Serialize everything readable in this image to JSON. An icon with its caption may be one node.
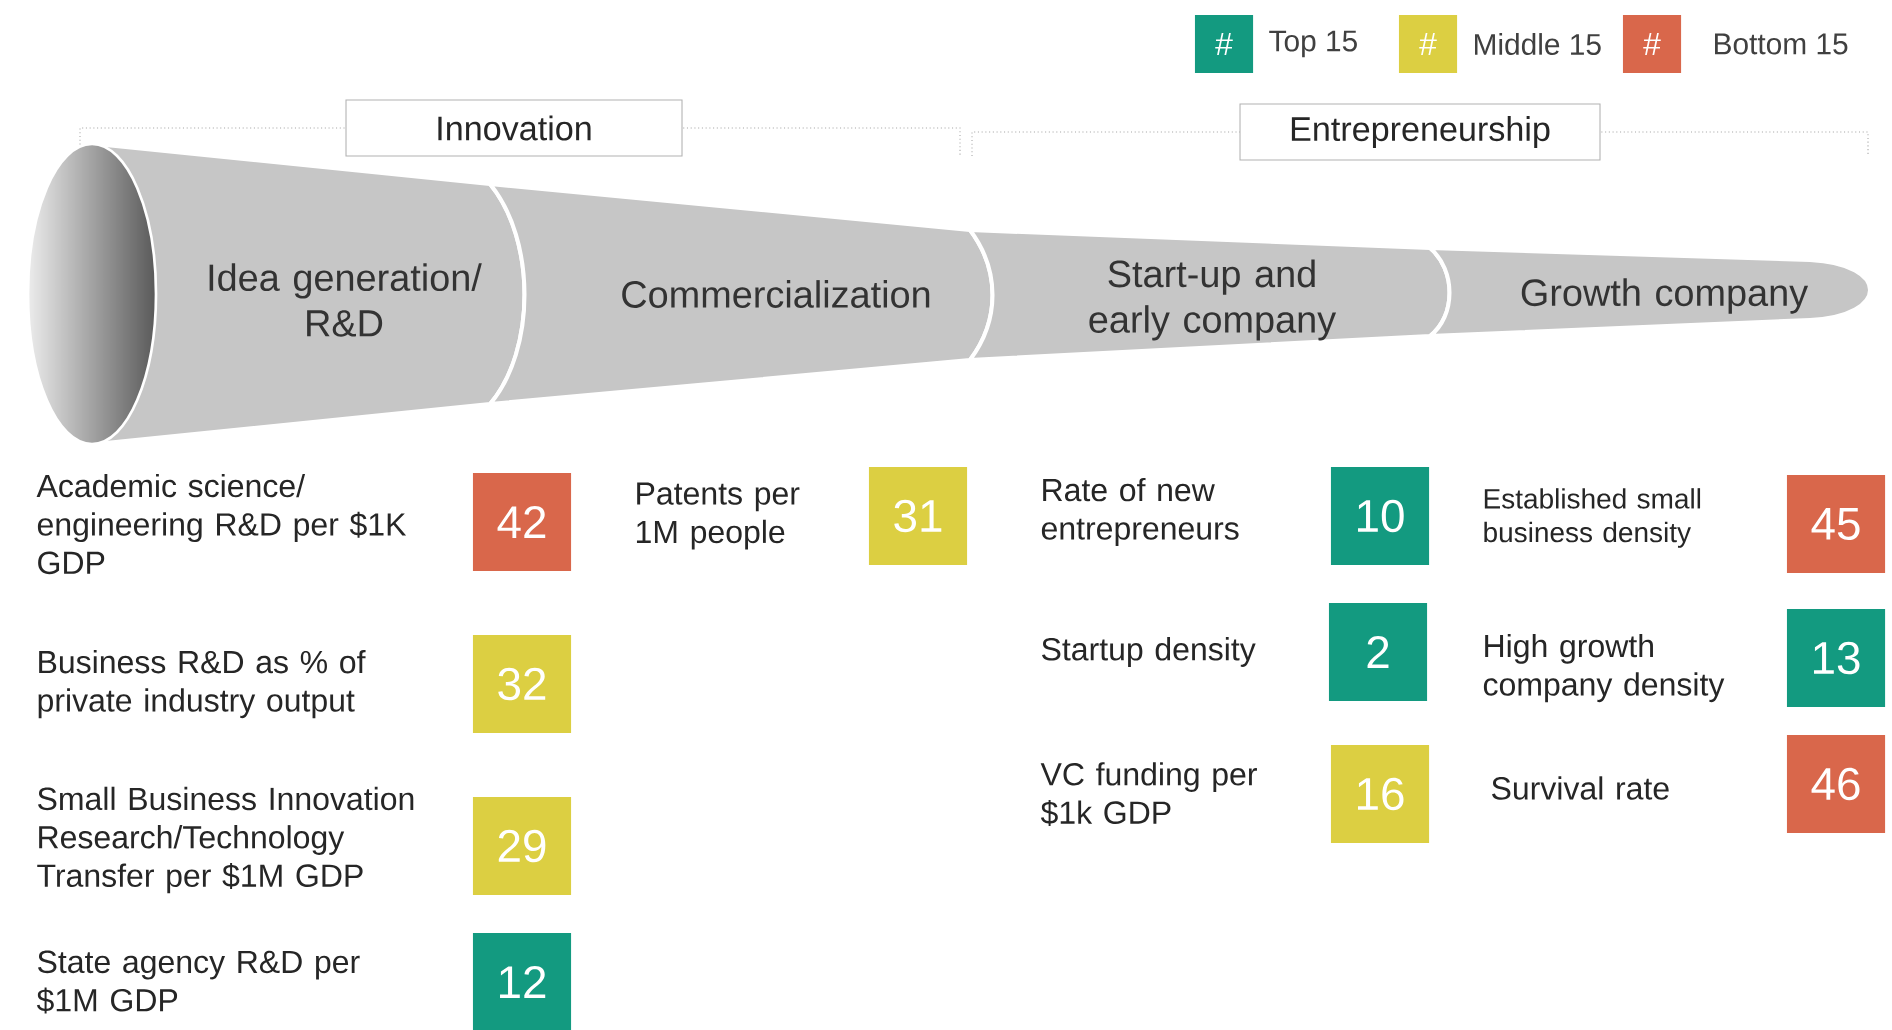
{
  "diagram": {
    "nodes": [
      {
        "text": [
          "Innovation"
        ]
      },
      {
        "text": [
          "Entrepreneurship"
        ]
      },
      {
        "text": [
          "Idea generation/ R&D"
        ]
      },
      {
        "text": [
          "Commercialization"
        ]
      },
      {
        "text": [
          "Start-up and early company"
        ]
      },
      {
        "text": [
          "Growth company"
        ]
      },
      {
        "text": [
          "42"
        ]
      },
      {
        "text": [
          "32"
        ]
      },
      {
        "text": [
          "29"
        ]
      },
      {
        "text": [
          "12"
        ]
      },
      {
        "text": [
          "31"
        ]
      },
      {
        "text": [
          "10"
        ]
      },
      {
        "text": [
          "2"
        ]
      },
      {
        "text": [
          "16"
        ]
      },
      {
        "text": [
          "45"
        ]
      },
      {
        "text": [
          "13"
        ]
      },
      {
        "text": [
          "46"
        ]
      }
    ],
    "labels": [
      "#",
      "#",
      "#",
      "Academic science/ engineering R&D per $1K GDP",
      "Business R&D as % of private industry output",
      "Small Business Innovation Research/Technology Transfer per $1M GDP",
      "State agency R&D per $1M GDP",
      "Patents per 1M people",
      "Rate of new entrepreneurs",
      "Startup  density",
      "VC funding per $1k GDP",
      "Established small business density",
      "High growth company density",
      "Survival rate"
    ],
    "legend": [
      {
        "text": "Top 15",
        "color": "#139a80"
      },
      {
        "text": "Middle 15",
        "color": "#dccf42"
      },
      {
        "text": "Bottom 15",
        "color": "#d9674b"
      }
    ]
  }
}
